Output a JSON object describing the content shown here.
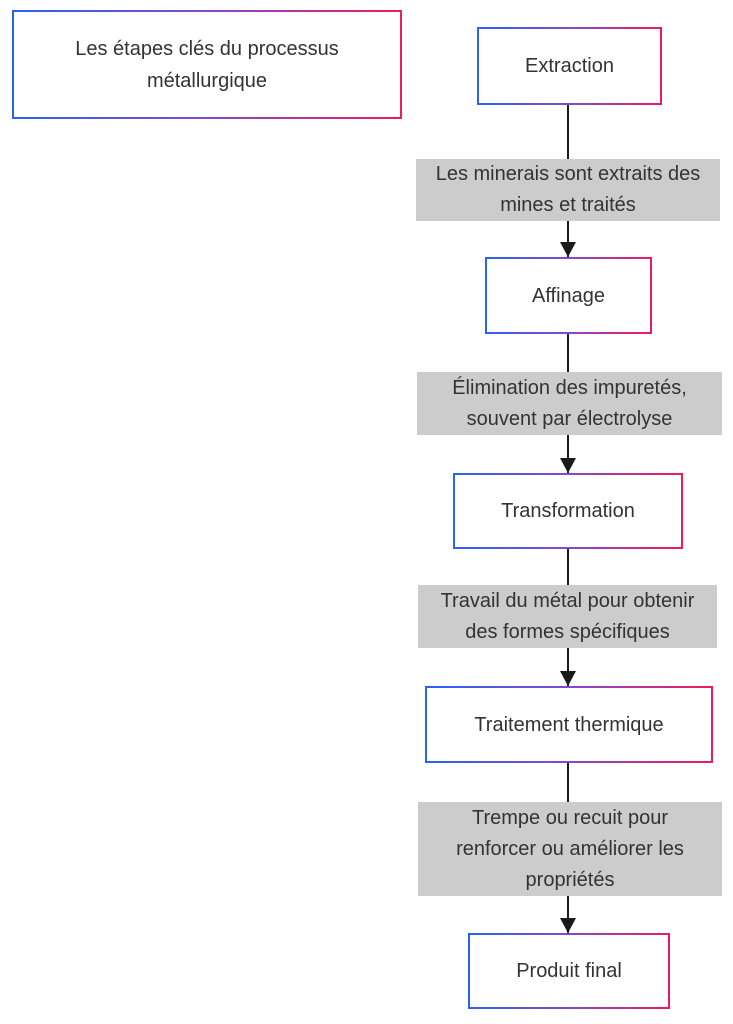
{
  "diagram": {
    "type": "flowchart",
    "direction": "top-down",
    "title": {
      "text": "Les étapes clés du processus métallurgique",
      "lines": [
        "Les étapes clés du processus",
        "métallurgique"
      ]
    },
    "nodes": [
      {
        "id": "extraction",
        "label": "Extraction"
      },
      {
        "id": "affinage",
        "label": "Affinage"
      },
      {
        "id": "transformation",
        "label": "Transformation"
      },
      {
        "id": "traitement-thermique",
        "label": "Traitement thermique"
      },
      {
        "id": "produit-final",
        "label": "Produit final"
      }
    ],
    "edges": [
      {
        "from": "Extraction",
        "to": "Affinage",
        "label": "Les minerais sont extraits des mines et traités",
        "lines": [
          "Les minerais sont extraits des",
          "mines et traités"
        ]
      },
      {
        "from": "Affinage",
        "to": "Transformation",
        "label": "Élimination des impuretés, souvent par électrolyse",
        "lines": [
          "Élimination des impuretés,",
          "souvent par électrolyse"
        ]
      },
      {
        "from": "Transformation",
        "to": "Traitement thermique",
        "label": "Travail du métal pour obtenir des formes spécifiques",
        "lines": [
          "Travail du métal pour obtenir",
          "des formes spécifiques"
        ]
      },
      {
        "from": "Traitement thermique",
        "to": "Produit final",
        "label": "Trempe ou recuit pour renforcer ou améliorer les propriétés",
        "lines": [
          "Trempe ou recuit pour",
          "renforcer ou améliorer les",
          "propriétés"
        ]
      }
    ],
    "colors": {
      "border_gradient_start": "#2962f5",
      "border_gradient_mid": "#7e4bd0",
      "border_gradient_end": "#f2195e",
      "node_fill": "#ffffff",
      "edge_label_bg": "#cccccc",
      "text": "#333333",
      "connector_line": "#1a1a1a"
    }
  }
}
